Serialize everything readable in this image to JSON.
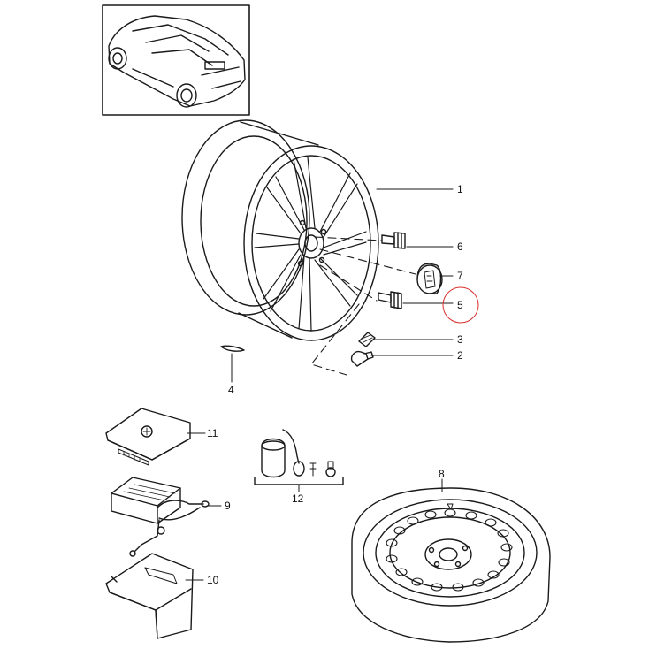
{
  "labels": {
    "wheel": "1",
    "valve": "2",
    "valve_cap": "3",
    "weight": "4",
    "bolt_highlighted": "5",
    "bolt": "6",
    "hub_cap": "7",
    "spare_wheel": "8",
    "compressor": "9",
    "bracket": "10",
    "cover": "11",
    "repair_kit": "12"
  },
  "colors": {
    "line": "#1a1a1a",
    "highlight": "#d9302c"
  }
}
